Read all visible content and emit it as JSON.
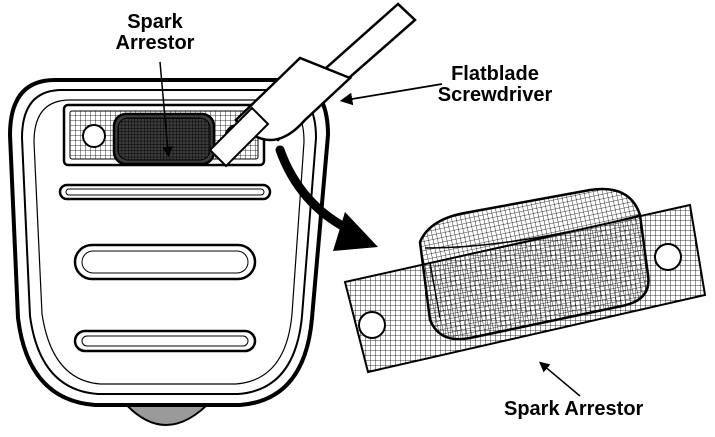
{
  "labels": {
    "spark_arrestor_top_line1": "Spark",
    "spark_arrestor_top_line2": "Arrestor",
    "screwdriver_line1": "Flatblade",
    "screwdriver_line2": "Screwdriver",
    "spark_arrestor_bottom": "Spark Arrestor"
  },
  "colors": {
    "ink": "#000000",
    "paper": "#ffffff",
    "screen_fill": "#5a5a5a",
    "outlet_gray": "#9a9a9a"
  }
}
